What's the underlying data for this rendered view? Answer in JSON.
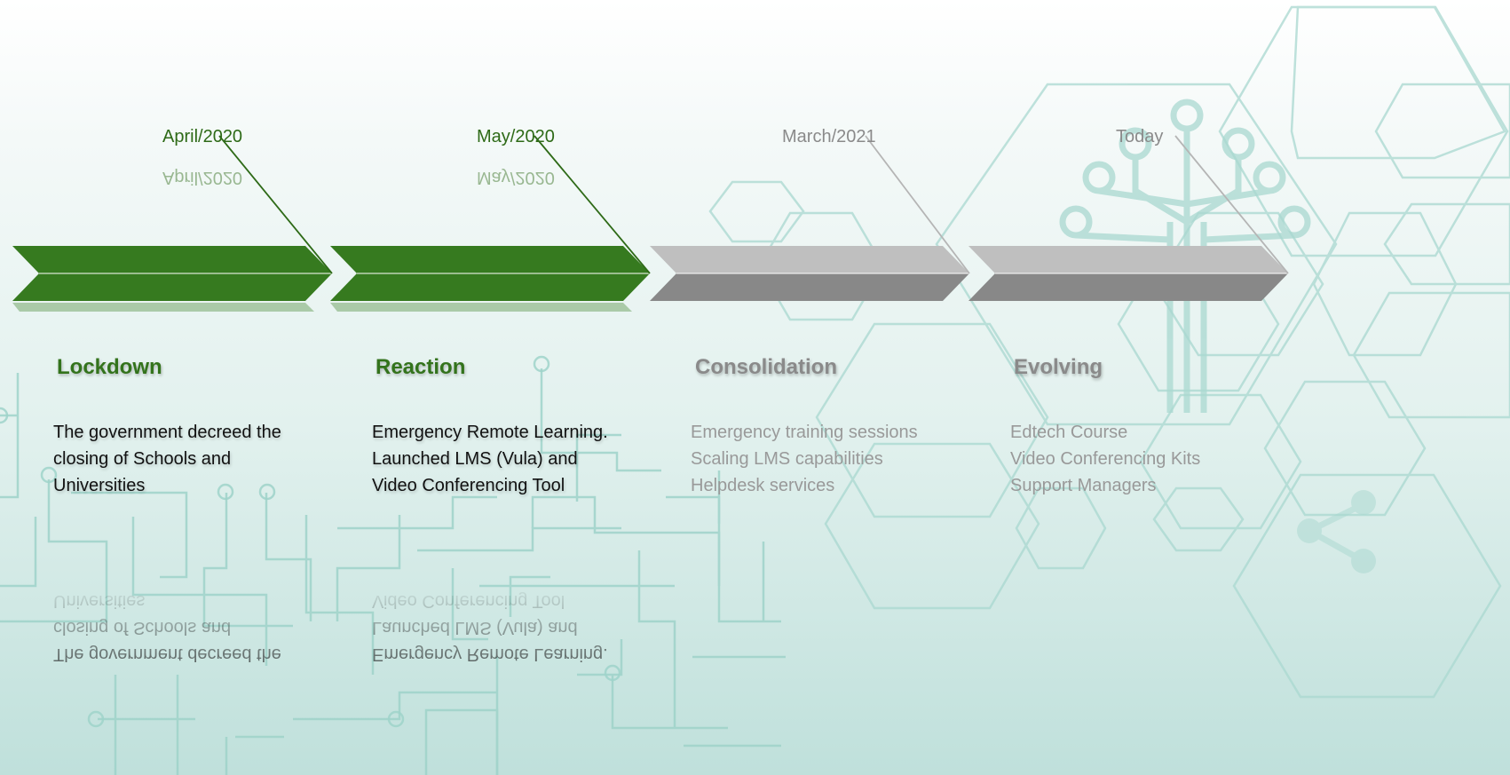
{
  "colors": {
    "green": "#367a1f",
    "green_dark": "#2e6a17",
    "gray_light": "#bfbfbf",
    "gray_dark": "#888888",
    "circuit": "#9fd3ca"
  },
  "timeline": {
    "stages": [
      {
        "date": "April/2020",
        "title": "Lockdown",
        "status": "done",
        "description": [
          "The government decreed the",
          "closing of Schools and",
          "Universities"
        ]
      },
      {
        "date": "May/2020",
        "title": "Reaction",
        "status": "done",
        "description": [
          "Emergency Remote Learning.",
          "Launched LMS (Vula)  and",
          "Video Conferencing Tool"
        ]
      },
      {
        "date": "March/2021",
        "title": "Consolidation",
        "status": "pending",
        "description": [
          "Emergency training sessions",
          "Scaling  LMS capabilities",
          "Helpdesk services"
        ]
      },
      {
        "date": "Today",
        "title": "Evolving",
        "status": "pending",
        "description": [
          "Edtech Course",
          "Video Conferencing Kits",
          "Support Managers"
        ]
      }
    ]
  },
  "icons": {
    "background_tree": "circuit-tree-icon",
    "background_share": "share-icon"
  }
}
